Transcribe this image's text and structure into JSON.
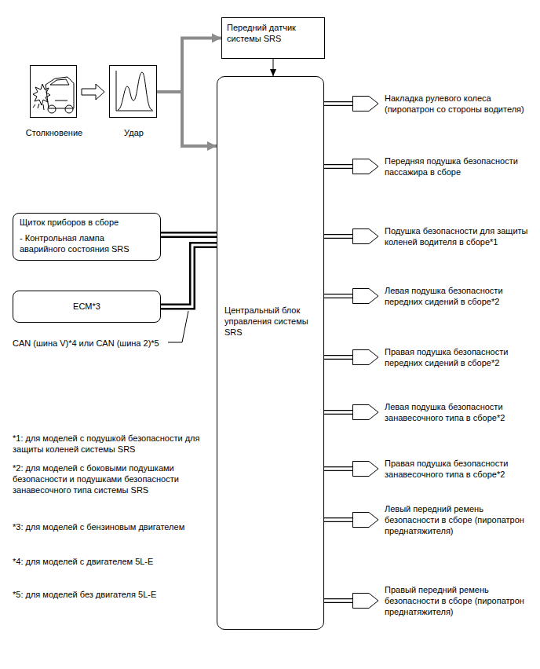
{
  "diagram": {
    "nodes": [
      {
        "text": [
          "Передний датчик системы SRS"
        ]
      },
      {
        "text": [
          "Столкновение"
        ]
      },
      {
        "text": [
          "Удар"
        ]
      },
      {
        "text": [
          "Центральный блок управления системы SRS"
        ]
      },
      {
        "text": [
          "Щиток приборов в сборе",
          "- Контрольная лампа аварийного состояния SRS"
        ]
      },
      {
        "text": [
          "ECM*3"
        ]
      },
      {
        "text": [
          "Накладка рулевого колеса (пиропатрон со стороны водителя)"
        ]
      },
      {
        "text": [
          "Передняя подушка безопасности пассажира в сборе"
        ]
      },
      {
        "text": [
          "Подушка безопасности для защиты коленей водителя в сборе*1"
        ]
      },
      {
        "text": [
          "Левая подушка безопасности передних сидений в сборе*2"
        ]
      },
      {
        "text": [
          "Правая подушка безопасности передних сидений в сборе*2"
        ]
      },
      {
        "text": [
          "Левая подушка безопасности занавесочного типа в сборе*2"
        ]
      },
      {
        "text": [
          "Правая подушка безопасности занавесочного типа в сборе*2"
        ]
      },
      {
        "text": [
          "Левый передний ремень безопасности в сборе (пиропатрон преднатяжителя)"
        ]
      },
      {
        "text": [
          "Правый передний ремень безопасности в сборе (пиропатрон преднатяжителя)"
        ]
      }
    ],
    "edges": [
      {
        "from": 1,
        "to": 2,
        "arrow": "to"
      },
      {
        "from": 2,
        "to": 0,
        "arrow": "to"
      },
      {
        "from": 2,
        "to": 3,
        "arrow": "to"
      },
      {
        "from": 0,
        "to": 3,
        "arrow": "to"
      },
      {
        "from": 4,
        "to": 3,
        "arrow": "none"
      },
      {
        "from": 5,
        "to": 3,
        "arrow": "none"
      },
      {
        "from": 3,
        "to": 6,
        "arrow": "none"
      },
      {
        "from": 3,
        "to": 7,
        "arrow": "none"
      },
      {
        "from": 3,
        "to": 8,
        "arrow": "none"
      },
      {
        "from": 3,
        "to": 9,
        "arrow": "none"
      },
      {
        "from": 3,
        "to": 10,
        "arrow": "none"
      },
      {
        "from": 3,
        "to": 11,
        "arrow": "none"
      },
      {
        "from": 3,
        "to": 12,
        "arrow": "none"
      },
      {
        "from": 3,
        "to": 13,
        "arrow": "none"
      },
      {
        "from": 3,
        "to": 14,
        "arrow": "none"
      }
    ],
    "labels": [
      "CAN (шина V)*4 или CAN (шина 2)*5",
      "*1: для моделей с подушкой безопасности для защиты коленей системы SRS",
      "*2: для моделей с боковыми подушками безопасности и подушками безопасности занавесочного типа системы SRS",
      "*3: для моделей с бензиновым двигателем",
      "*4: для моделей с двигателем 5L-E",
      "*5: для моделей без двигателя 5L-E"
    ]
  }
}
